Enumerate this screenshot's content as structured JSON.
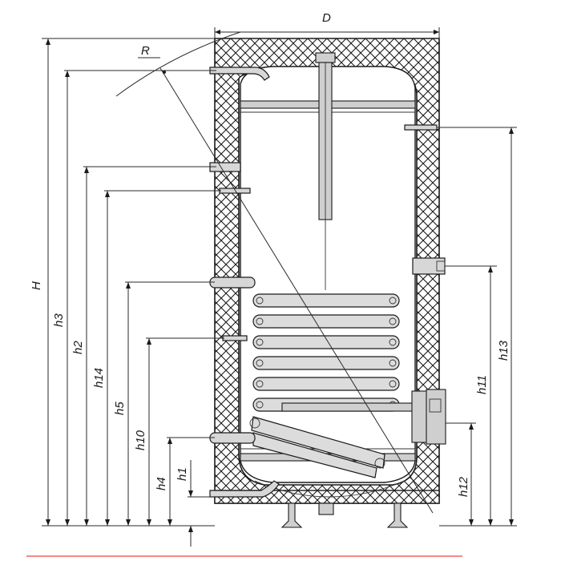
{
  "labels": {
    "diameter": "D",
    "radius": "R",
    "total_height": "H",
    "h1": "h1",
    "h2": "h2",
    "h3": "h3",
    "h4": "h4",
    "h5": "h5",
    "h10": "h10",
    "h11": "h11",
    "h12": "h12",
    "h13": "h13",
    "h14": "h14"
  },
  "colors": {
    "line": "#1a1a1a",
    "insulation_fill": "#ffffff",
    "metal_fill": "#cfcfcf",
    "accent_bar": "#f28a8a"
  }
}
